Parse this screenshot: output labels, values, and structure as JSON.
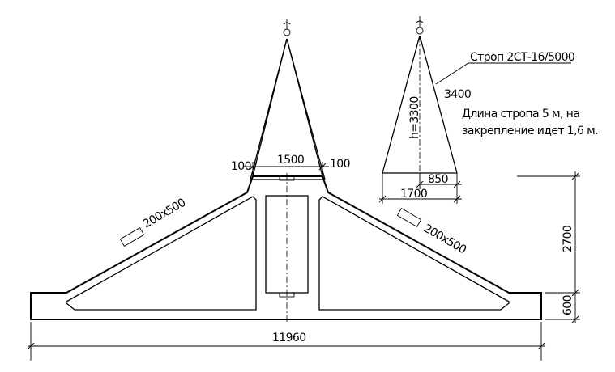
{
  "labels": {
    "sling_name": "Строп 2СТ-16/5000",
    "sling_length": "3400",
    "note_line1": "Длина стропа 5 м, на",
    "note_line2": "закрепление идет 1,6 м.",
    "height": "h=3300",
    "half_base": "850",
    "base": "1700",
    "top_width": "1500",
    "left_offset": "100",
    "right_offset": "100",
    "left_block": "200х500",
    "right_block": "200х500",
    "total_length": "11960",
    "total_height": "2700",
    "base_height": "600"
  }
}
